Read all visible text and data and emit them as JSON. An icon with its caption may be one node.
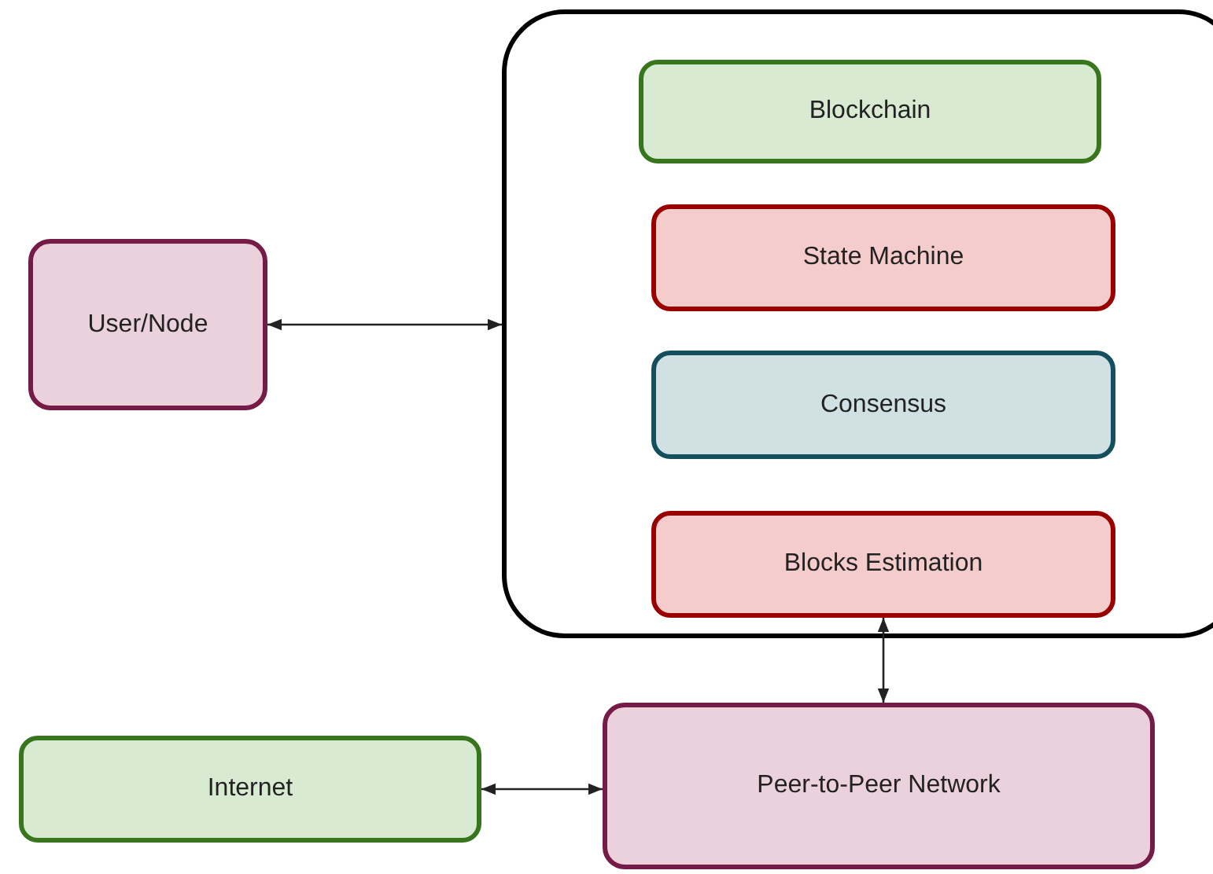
{
  "diagram": {
    "nodes": [
      {
        "text": [],
        "shape": "box"
      },
      {
        "text": [
          "Blockchain"
        ],
        "in": 0
      },
      {
        "text": [
          "State Machine"
        ],
        "in": 0
      },
      {
        "text": [
          "Consensus"
        ],
        "in": 0
      },
      {
        "text": [
          "Blocks Estimation"
        ],
        "in": 0
      },
      {
        "text": [
          "User/Node"
        ]
      },
      {
        "text": [
          "Internet"
        ]
      },
      {
        "text": [
          "Peer-to-Peer Network"
        ]
      }
    ],
    "edges": [
      {
        "from": 5,
        "to": 0,
        "arrow": "both"
      },
      {
        "from": 4,
        "to": 7,
        "arrow": "both"
      },
      {
        "from": 6,
        "to": 7,
        "arrow": "both"
      }
    ]
  }
}
